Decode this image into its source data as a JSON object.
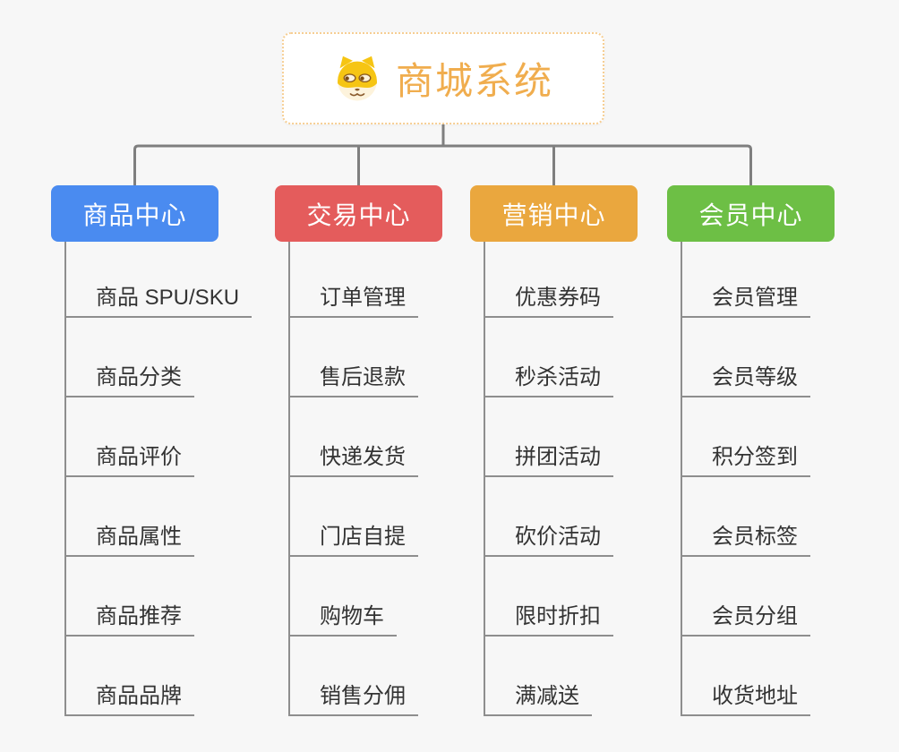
{
  "background_color": "#F7F7F7",
  "connector_color": "#7F7F7F",
  "underline_color": "#8E8E8E",
  "root": {
    "label": "商城系统",
    "icon": "dog-face-icon",
    "text_color": "#F0AD4E",
    "border_color": "#F6CE93"
  },
  "branches": [
    {
      "label": "商品中心",
      "color": "#4A8BF0",
      "children": [
        "商品 SPU/SKU",
        "商品分类",
        "商品评价",
        "商品属性",
        "商品推荐",
        "商品品牌"
      ]
    },
    {
      "label": "交易中心",
      "color": "#E45C5C",
      "children": [
        "订单管理",
        "售后退款",
        "快递发货",
        "门店自提",
        "购物车",
        "销售分佣"
      ]
    },
    {
      "label": "营销中心",
      "color": "#EAA73E",
      "children": [
        "优惠券码",
        "秒杀活动",
        "拼团活动",
        "砍价活动",
        "限时折扣",
        "满减送"
      ]
    },
    {
      "label": "会员中心",
      "color": "#6DBF45",
      "children": [
        "会员管理",
        "会员等级",
        "积分签到",
        "会员标签",
        "会员分组",
        "收货地址"
      ]
    }
  ],
  "chart_data": {
    "type": "tree",
    "root": "商城系统",
    "nodes": {
      "商品中心": [
        "商品 SPU/SKU",
        "商品分类",
        "商品评价",
        "商品属性",
        "商品推荐",
        "商品品牌"
      ],
      "交易中心": [
        "订单管理",
        "售后退款",
        "快递发货",
        "门店自提",
        "购物车",
        "销售分佣"
      ],
      "营销中心": [
        "优惠券码",
        "秒杀活动",
        "拼团活动",
        "砍价活动",
        "限时折扣",
        "满减送"
      ],
      "会员中心": [
        "会员管理",
        "会员等级",
        "积分签到",
        "会员标签",
        "会员分组",
        "收货地址"
      ]
    }
  }
}
